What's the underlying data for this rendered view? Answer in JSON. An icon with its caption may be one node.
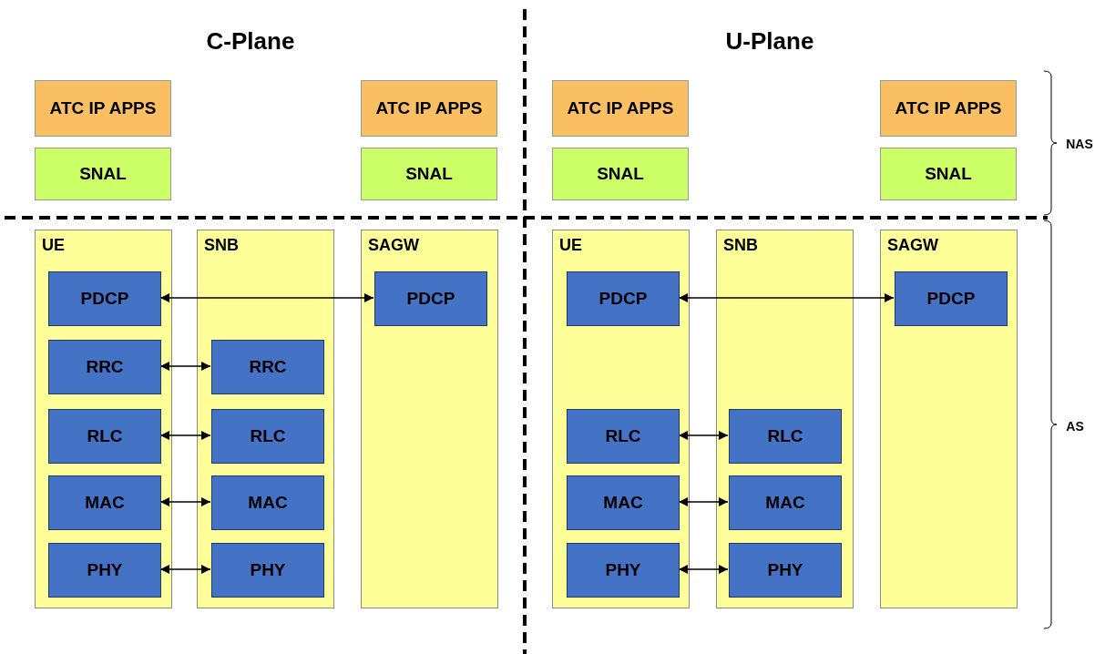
{
  "diagram": {
    "nodes": [
      {
        "text": [
          "ATC IP APPS"
        ]
      },
      {
        "text": [
          "ATC IP APPS"
        ]
      },
      {
        "text": [
          "ATC IP APPS"
        ]
      },
      {
        "text": [
          "ATC IP APPS"
        ]
      },
      {
        "text": [
          "SNAL"
        ]
      },
      {
        "text": [
          "SNAL"
        ]
      },
      {
        "text": [
          "SNAL"
        ]
      },
      {
        "text": [
          "SNAL"
        ]
      },
      {
        "text": [
          "UE"
        ]
      },
      {
        "text": [
          "PDCP"
        ],
        "in": 8
      },
      {
        "text": [
          "RRC"
        ],
        "in": 8
      },
      {
        "text": [
          "RLC"
        ],
        "in": 8
      },
      {
        "text": [
          "MAC"
        ],
        "in": 8
      },
      {
        "text": [
          "PHY"
        ],
        "in": 8
      },
      {
        "text": [
          "SNB"
        ]
      },
      {
        "text": [
          "RRC"
        ],
        "in": 14
      },
      {
        "text": [
          "RLC"
        ],
        "in": 14
      },
      {
        "text": [
          "MAC"
        ],
        "in": 14
      },
      {
        "text": [
          "PHY"
        ],
        "in": 14
      },
      {
        "text": [
          "SAGW"
        ]
      },
      {
        "text": [
          "PDCP"
        ],
        "in": 19
      },
      {
        "text": [
          "UE"
        ]
      },
      {
        "text": [
          "PDCP"
        ],
        "in": 21
      },
      {
        "text": [
          "RLC"
        ],
        "in": 21
      },
      {
        "text": [
          "MAC"
        ],
        "in": 21
      },
      {
        "text": [
          "PHY"
        ],
        "in": 21
      },
      {
        "text": [
          "SNB"
        ]
      },
      {
        "text": [
          "RLC"
        ],
        "in": 26
      },
      {
        "text": [
          "MAC"
        ],
        "in": 26
      },
      {
        "text": [
          "PHY"
        ],
        "in": 26
      },
      {
        "text": [
          "SAGW"
        ]
      },
      {
        "text": [
          "PDCP"
        ],
        "in": 30
      }
    ],
    "edges": [
      {
        "from": 9,
        "to": 20,
        "arrow": "both"
      },
      {
        "from": 10,
        "to": 15,
        "arrow": "both"
      },
      {
        "from": 11,
        "to": 16,
        "arrow": "both"
      },
      {
        "from": 12,
        "to": 17,
        "arrow": "both"
      },
      {
        "from": 13,
        "to": 18,
        "arrow": "both"
      },
      {
        "from": 22,
        "to": 31,
        "arrow": "both"
      },
      {
        "from": 23,
        "to": 27,
        "arrow": "both"
      },
      {
        "from": 24,
        "to": 28,
        "arrow": "both"
      },
      {
        "from": 25,
        "to": 29,
        "arrow": "both"
      }
    ],
    "labels": [
      "C-Plane",
      "U-Plane",
      "NAS",
      "AS"
    ]
  }
}
